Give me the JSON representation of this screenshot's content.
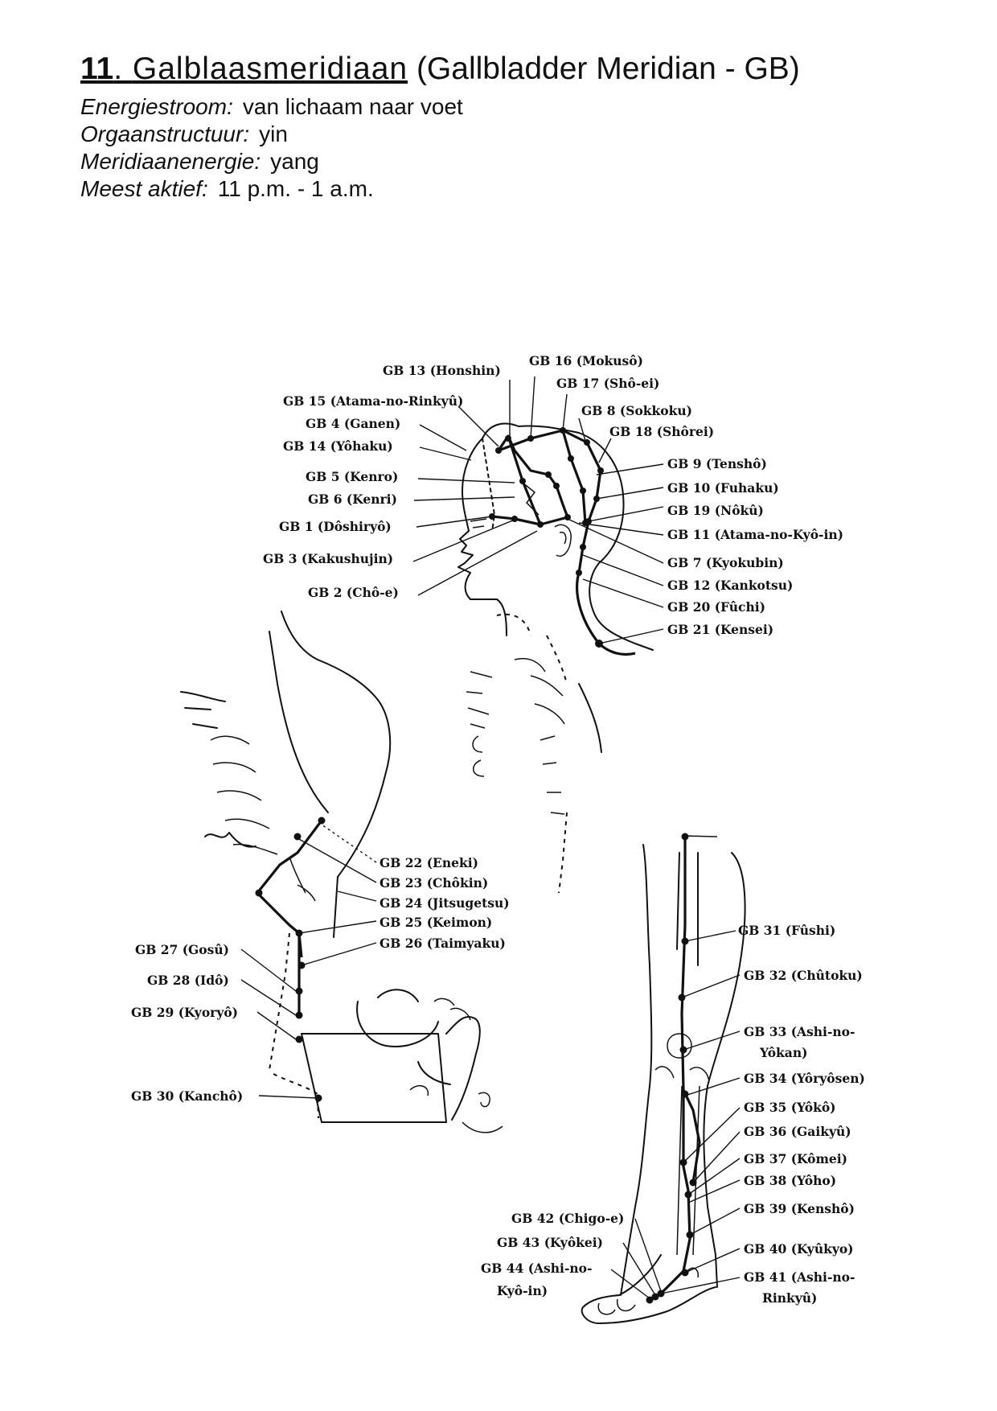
{
  "header": {
    "number": "11",
    "title_nl": "Galblaasmeridiaan",
    "title_en": "(Gallbladder Meridian - GB)"
  },
  "properties": [
    {
      "key": "Energiestroom",
      "value": "van lichaam naar voet"
    },
    {
      "key": "Orgaanstructuur",
      "value": "yin"
    },
    {
      "key": "Meridiaanenergie",
      "value": "yang"
    },
    {
      "key": "Meest aktief",
      "value": "11 p.m. - 1 a.m."
    }
  ],
  "points": {
    "gb13": "GB 13 (Honshin)",
    "gb15": "GB 15 (Atama-no-Rinkyû)",
    "gb4": "GB 4 (Ganen)",
    "gb14": "GB 14 (Yôhaku)",
    "gb5": "GB 5 (Kenro)",
    "gb6": "GB 6 (Kenri)",
    "gb1": "GB 1 (Dôshiryô)",
    "gb3": "GB 3 (Kakushujin)",
    "gb2": "GB 2 (Chô-e)",
    "gb16": "GB 16 (Mokusô)",
    "gb17": "GB 17 (Shô-ei)",
    "gb8": "GB 8 (Sokkoku)",
    "gb18": "GB 18 (Shôrei)",
    "gb9": "GB 9 (Tenshô)",
    "gb10": "GB 10 (Fuhaku)",
    "gb19": "GB 19 (Nôkû)",
    "gb11": "GB 11 (Atama-no-Kyô-in)",
    "gb7": "GB 7 (Kyokubin)",
    "gb12": "GB 12 (Kankotsu)",
    "gb20": "GB 20 (Fûchi)",
    "gb21": "GB 21 (Kensei)",
    "gb22": "GB 22 (Eneki)",
    "gb23": "GB 23 (Chôkin)",
    "gb24": "GB 24 (Jitsugetsu)",
    "gb25": "GB 25 (Keimon)",
    "gb26": "GB 26 (Taimyaku)",
    "gb27": "GB 27 (Gosû)",
    "gb28": "GB 28 (Idô)",
    "gb29": "GB 29 (Kyoryô)",
    "gb30": "GB 30 (Kanchô)",
    "gb31": "GB 31 (Fûshi)",
    "gb32": "GB 32 (Chûtoku)",
    "gb33a": "GB 33 (Ashi-no-",
    "gb33b": "Yôkan)",
    "gb34": "GB 34 (Yôryôsen)",
    "gb35": "GB 35 (Yôkô)",
    "gb36": "GB 36 (Gaikyû)",
    "gb37": "GB 37 (Kômei)",
    "gb38": "GB 38 (Yôho)",
    "gb39": "GB 39 (Kenshô)",
    "gb40": "GB 40 (Kyûkyo)",
    "gb41a": "GB 41 (Ashi-no-",
    "gb41b": "Rinkyû)",
    "gb42": "GB 42 (Chigo-e)",
    "gb43": "GB 43 (Kyôkei)",
    "gb44a": "GB 44 (Ashi-no-",
    "gb44b": "Kyô-in)"
  }
}
